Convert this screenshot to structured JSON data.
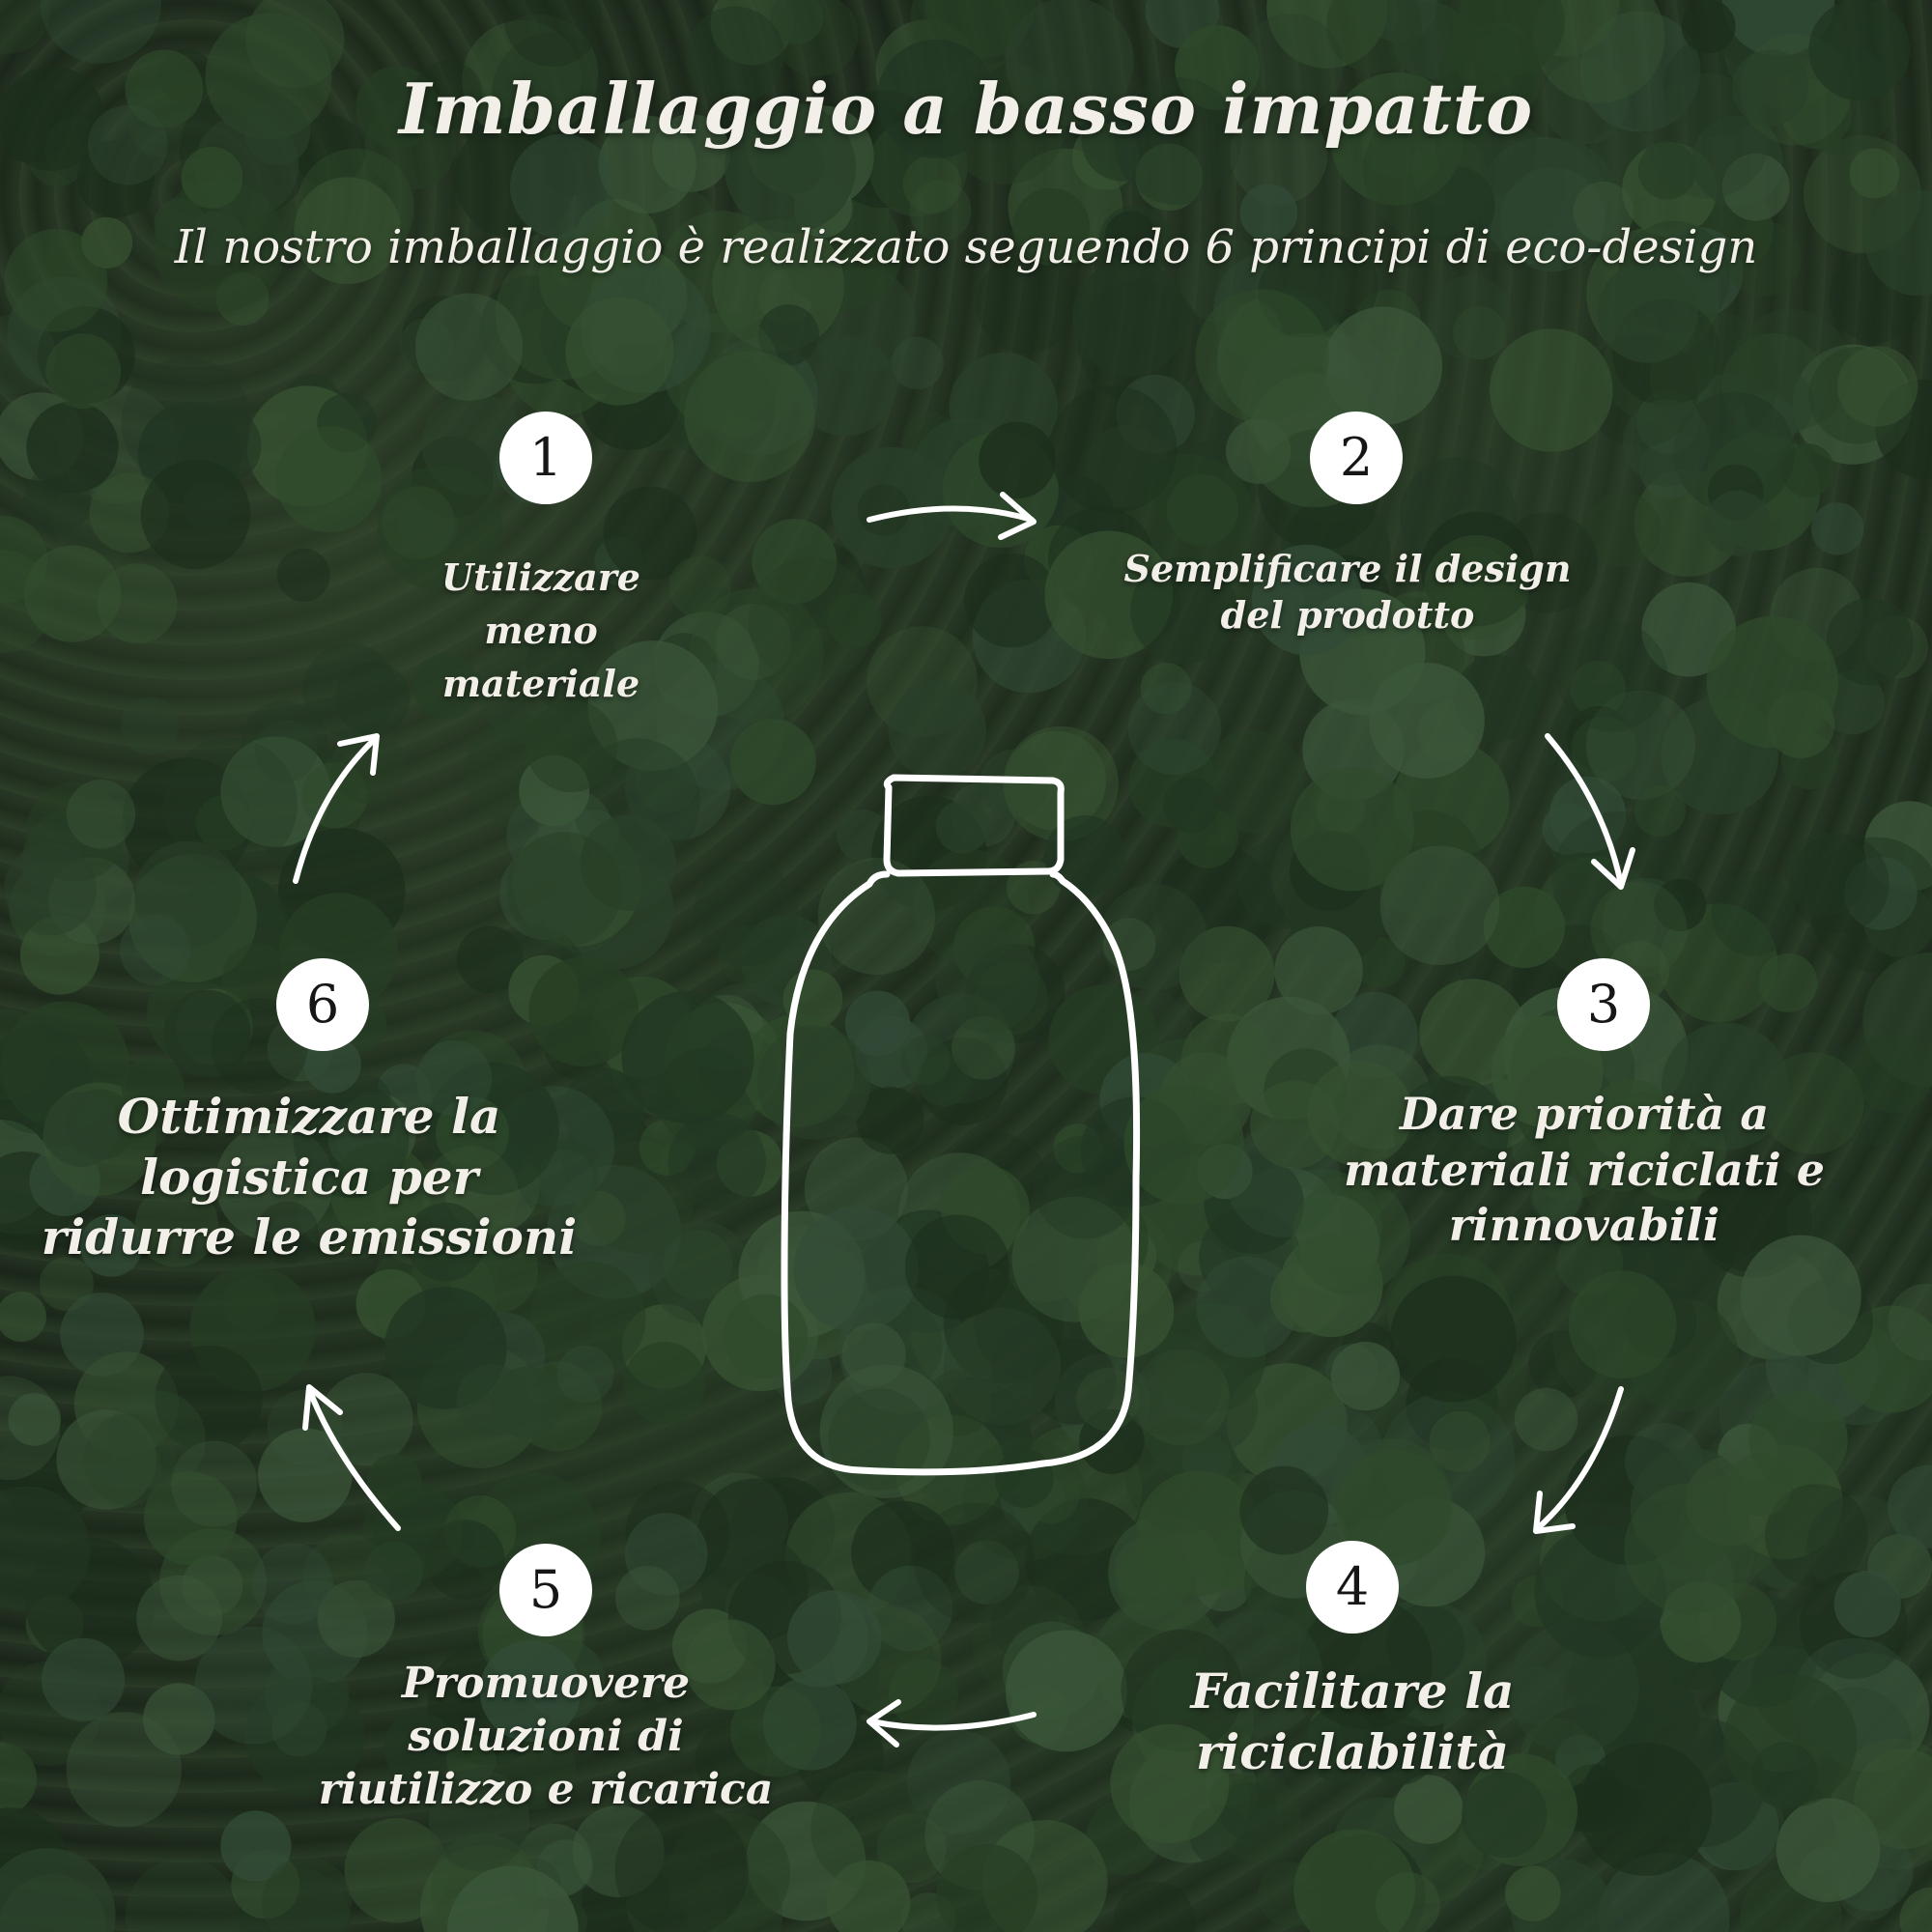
{
  "header": {
    "title": "Imballaggio a basso impatto",
    "subtitle": "Il nostro imballaggio è realizzato seguendo 6 principi di eco-design"
  },
  "steps": [
    {
      "number": "1",
      "label": "Utilizzare\nmeno\nmateriale"
    },
    {
      "number": "2",
      "label": "Semplificare il design\ndel prodotto"
    },
    {
      "number": "3",
      "label": "Dare priorità a\nmateriali riciclati e\nrinnovabili"
    },
    {
      "number": "4",
      "label": "Facilitare la\nriciclabilità"
    },
    {
      "number": "5",
      "label": "Promuovere\nsoluzioni di\nriutilizzo e ricarica"
    },
    {
      "number": "6",
      "label": "Ottimizzare la\nlogistica per\nridurre le emissioni"
    }
  ],
  "icons": [
    "bottle-outline-icon",
    "curved-arrow-icon"
  ],
  "colors": {
    "background": "#243222",
    "text": "#f2efe8",
    "badge": "#ffffff",
    "badge_text": "#161616"
  }
}
